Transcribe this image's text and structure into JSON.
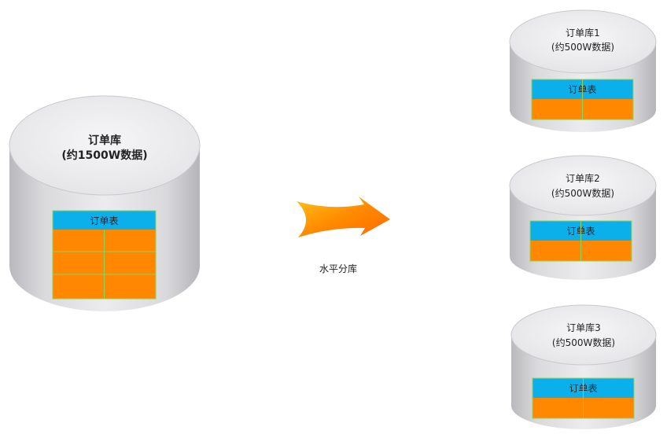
{
  "main_db": {
    "title": "订单库",
    "subtitle": "(约1500W数据)",
    "table_label": "订单表"
  },
  "operation": {
    "label": "水平分库"
  },
  "shards": [
    {
      "title": "订单库1",
      "subtitle": "(约500W数据)",
      "table_label": "订单表"
    },
    {
      "title": "订单库2",
      "subtitle": "(约500W数据)",
      "table_label": "订单表"
    },
    {
      "title": "订单库3",
      "subtitle": "(约500W数据)",
      "table_label": "订单表"
    }
  ],
  "colors": {
    "table_header": "#0bb0ea",
    "table_body": "#ff8800",
    "table_grid": "#8bd35a",
    "arrow": "#ff8000",
    "cylinder_top": "#eeeeee",
    "cylinder_body": "#d6d6d6"
  }
}
